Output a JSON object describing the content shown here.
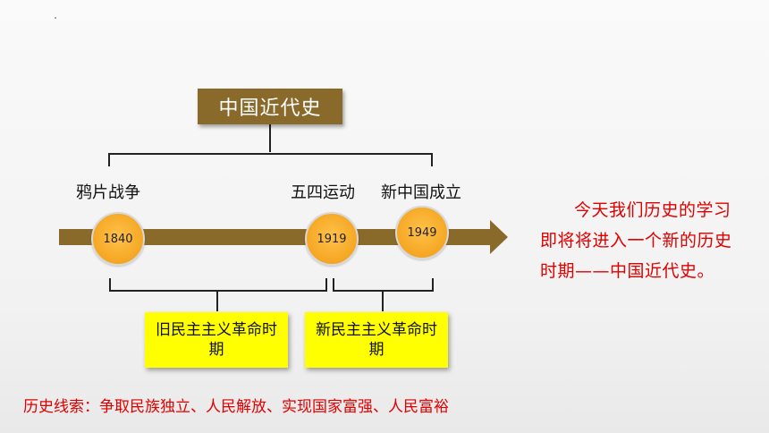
{
  "title": "中国近代史",
  "events": [
    {
      "label": "鸦片战争",
      "year": "1840"
    },
    {
      "label": "五四运动",
      "year": "1919"
    },
    {
      "label": "新中国成立",
      "year": "1949"
    }
  ],
  "periods": [
    {
      "label": "旧民主主义革命时期"
    },
    {
      "label": "新民主主义革命时期"
    }
  ],
  "note": "今天我们历史的学习即将将进入一个新的历史时期——中国近代史。",
  "clue": "历史线索：争取民族独立、人民解放、实现国家富强、人民富裕",
  "colors": {
    "title_bg": "#8a6a2b",
    "arrow": "#8a6a2b",
    "circle": "#f5a623",
    "period_bg": "#ffff00",
    "note_text": "#e00000"
  }
}
